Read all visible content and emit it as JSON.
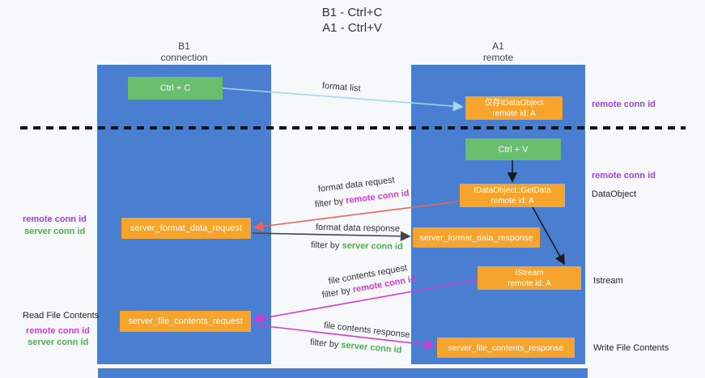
{
  "title": {
    "line1": "B1 - Ctrl+C",
    "line2": "A1 - Ctrl+V"
  },
  "lanes": {
    "left": {
      "name": "B1",
      "subtitle": "connection"
    },
    "right": {
      "name": "A1",
      "subtitle": "remote"
    }
  },
  "boxes": {
    "ctrl_c": {
      "label": "Ctrl + C"
    },
    "ctrl_v": {
      "label": "Ctrl + V"
    },
    "idataobject_stub": {
      "line1": "仅存IDataObject",
      "line2": "remote id: A"
    },
    "getdata": {
      "line1": "IDataObject::GetData",
      "line2": "remote id: A"
    },
    "istream": {
      "line1": "IStream",
      "line2": "remote id: A"
    },
    "format_request": {
      "label": "server_format_data_request"
    },
    "format_response": {
      "label": "server_format_data_response"
    },
    "file_request": {
      "label": "server_file_contents_request"
    },
    "file_response": {
      "label": "server_file_contents_response"
    }
  },
  "side_labels": {
    "remote_conn_id_top_right": "remote conn id",
    "remote_conn_id_mid_right": "remote conn id",
    "dataobject": "DataObject",
    "istream": "Istream",
    "write_file_contents": "Write File Contents",
    "read_file_contents": "Read File Contents",
    "remote_conn_id_mid_left": "remote conn id",
    "server_conn_id_mid_left": "server conn id",
    "remote_conn_id_bottom_left": "remote conn id",
    "server_conn_id_bottom_left": "server conn id"
  },
  "arrow_labels": {
    "format_list": "format list",
    "format_data_request": "format data request",
    "format_data_response": "format data response",
    "file_contents_request": "file contents request",
    "file_contents_response": "file contents response",
    "filter_by": "filter by ",
    "remote_conn_id": "remote conn id",
    "server_conn_id": "server conn id"
  },
  "colors": {
    "lane_blue": "#4a7ed0",
    "box_green": "#6abf6e",
    "box_orange": "#f7a42d",
    "purple_text": "#9d44d6",
    "magenta_text": "#d23bd2",
    "green_text": "#4caf50",
    "arrow_light_blue": "#a6d5f0",
    "arrow_red": "#e8655c",
    "arrow_magenta": "#d23bd2",
    "arrow_black": "#1a1a1a"
  }
}
